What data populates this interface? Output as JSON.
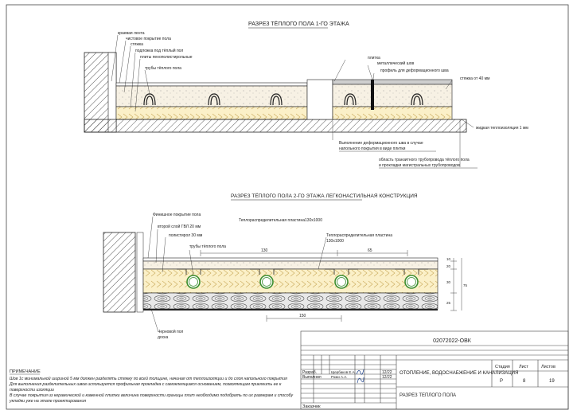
{
  "section1": {
    "title": "РАЗРЕЗ ТЁПЛОГО ПОЛА 1-ГО ЭТАЖА",
    "labels_left": [
      "краевая лента",
      "чистовое покрытие пола",
      "стяжка",
      "подложка под тёплый пол",
      "плиты пенополистирольные",
      "трубы тёплого пола"
    ],
    "labels_right": [
      "плитка",
      "металлический шов",
      "профиль для деформационного шва",
      "стяжка от 40 мм",
      "жидкая теплоизоляция 1 мм"
    ],
    "note_joint": [
      "Выполнение деформационного шва в случае",
      "напольного покрытия в виде плитки"
    ],
    "note_area": [
      "область транзитного трубопровода тёплого пола",
      "и прокладки магистральных трубопроводов"
    ]
  },
  "section2": {
    "title": "РАЗРЕЗ ТЁПЛОГО ПОЛА 2-ГО ЭТАЖА ЛЕГКОНАСТИЛЬНАЯ КОНСТРУКЦИЯ",
    "labels": [
      "Финишное покрытие пола",
      "Теплораспределительная пластина130x1000",
      "второй слой ГВЛ 20 мм",
      "полистирол 30 мм",
      "трубы тёплого пола",
      "Теплораспределительная пластина",
      "130х1000",
      "Черновой пол",
      "доска"
    ],
    "dims": [
      "130",
      "65",
      "150",
      "10",
      "20",
      "30",
      "75",
      "25"
    ]
  },
  "notes": {
    "heading": "ПРИМЕЧАНИЕ",
    "lines": [
      "Шов 1с минимальной шириной 5 мм должен разделять стяжку по всей толщине, начиная от теплоизоляции и до слоя напольного покрытия",
      "Для выполнения разделительных швов используется профильная прокладка с самоклеящимся основанием, позволяющим приклеить ее к",
      "поверхности изоляции",
      "В случае покрытия из керамической и каменной плитки величина поверхности границы плит необходимо подобрать по их размерам и способу",
      "укладки уже на этапе проектирования"
    ]
  },
  "stamp": {
    "code": "02072022-ОВК",
    "rows": [
      {
        "role": "Разраб.",
        "name": "Щербаков Е.А.",
        "date": "12/22"
      },
      {
        "role": "Выполнил",
        "name": "Рожи А.А.",
        "date": "12/22"
      }
    ],
    "project": "ОТОПЛЕНИЕ, ВОДОСНАБЖЕНИЕ И КАНАЛИЗАЦИЯ",
    "sheet_title": "РАЗРЕЗ ТЕПЛОГО ПОЛА",
    "col_stage": "Стадия",
    "col_sheet": "Лист",
    "col_sheets": "Листов",
    "stage": "Р",
    "sheet": "8",
    "sheets": "19",
    "customer": "Заказчик"
  }
}
